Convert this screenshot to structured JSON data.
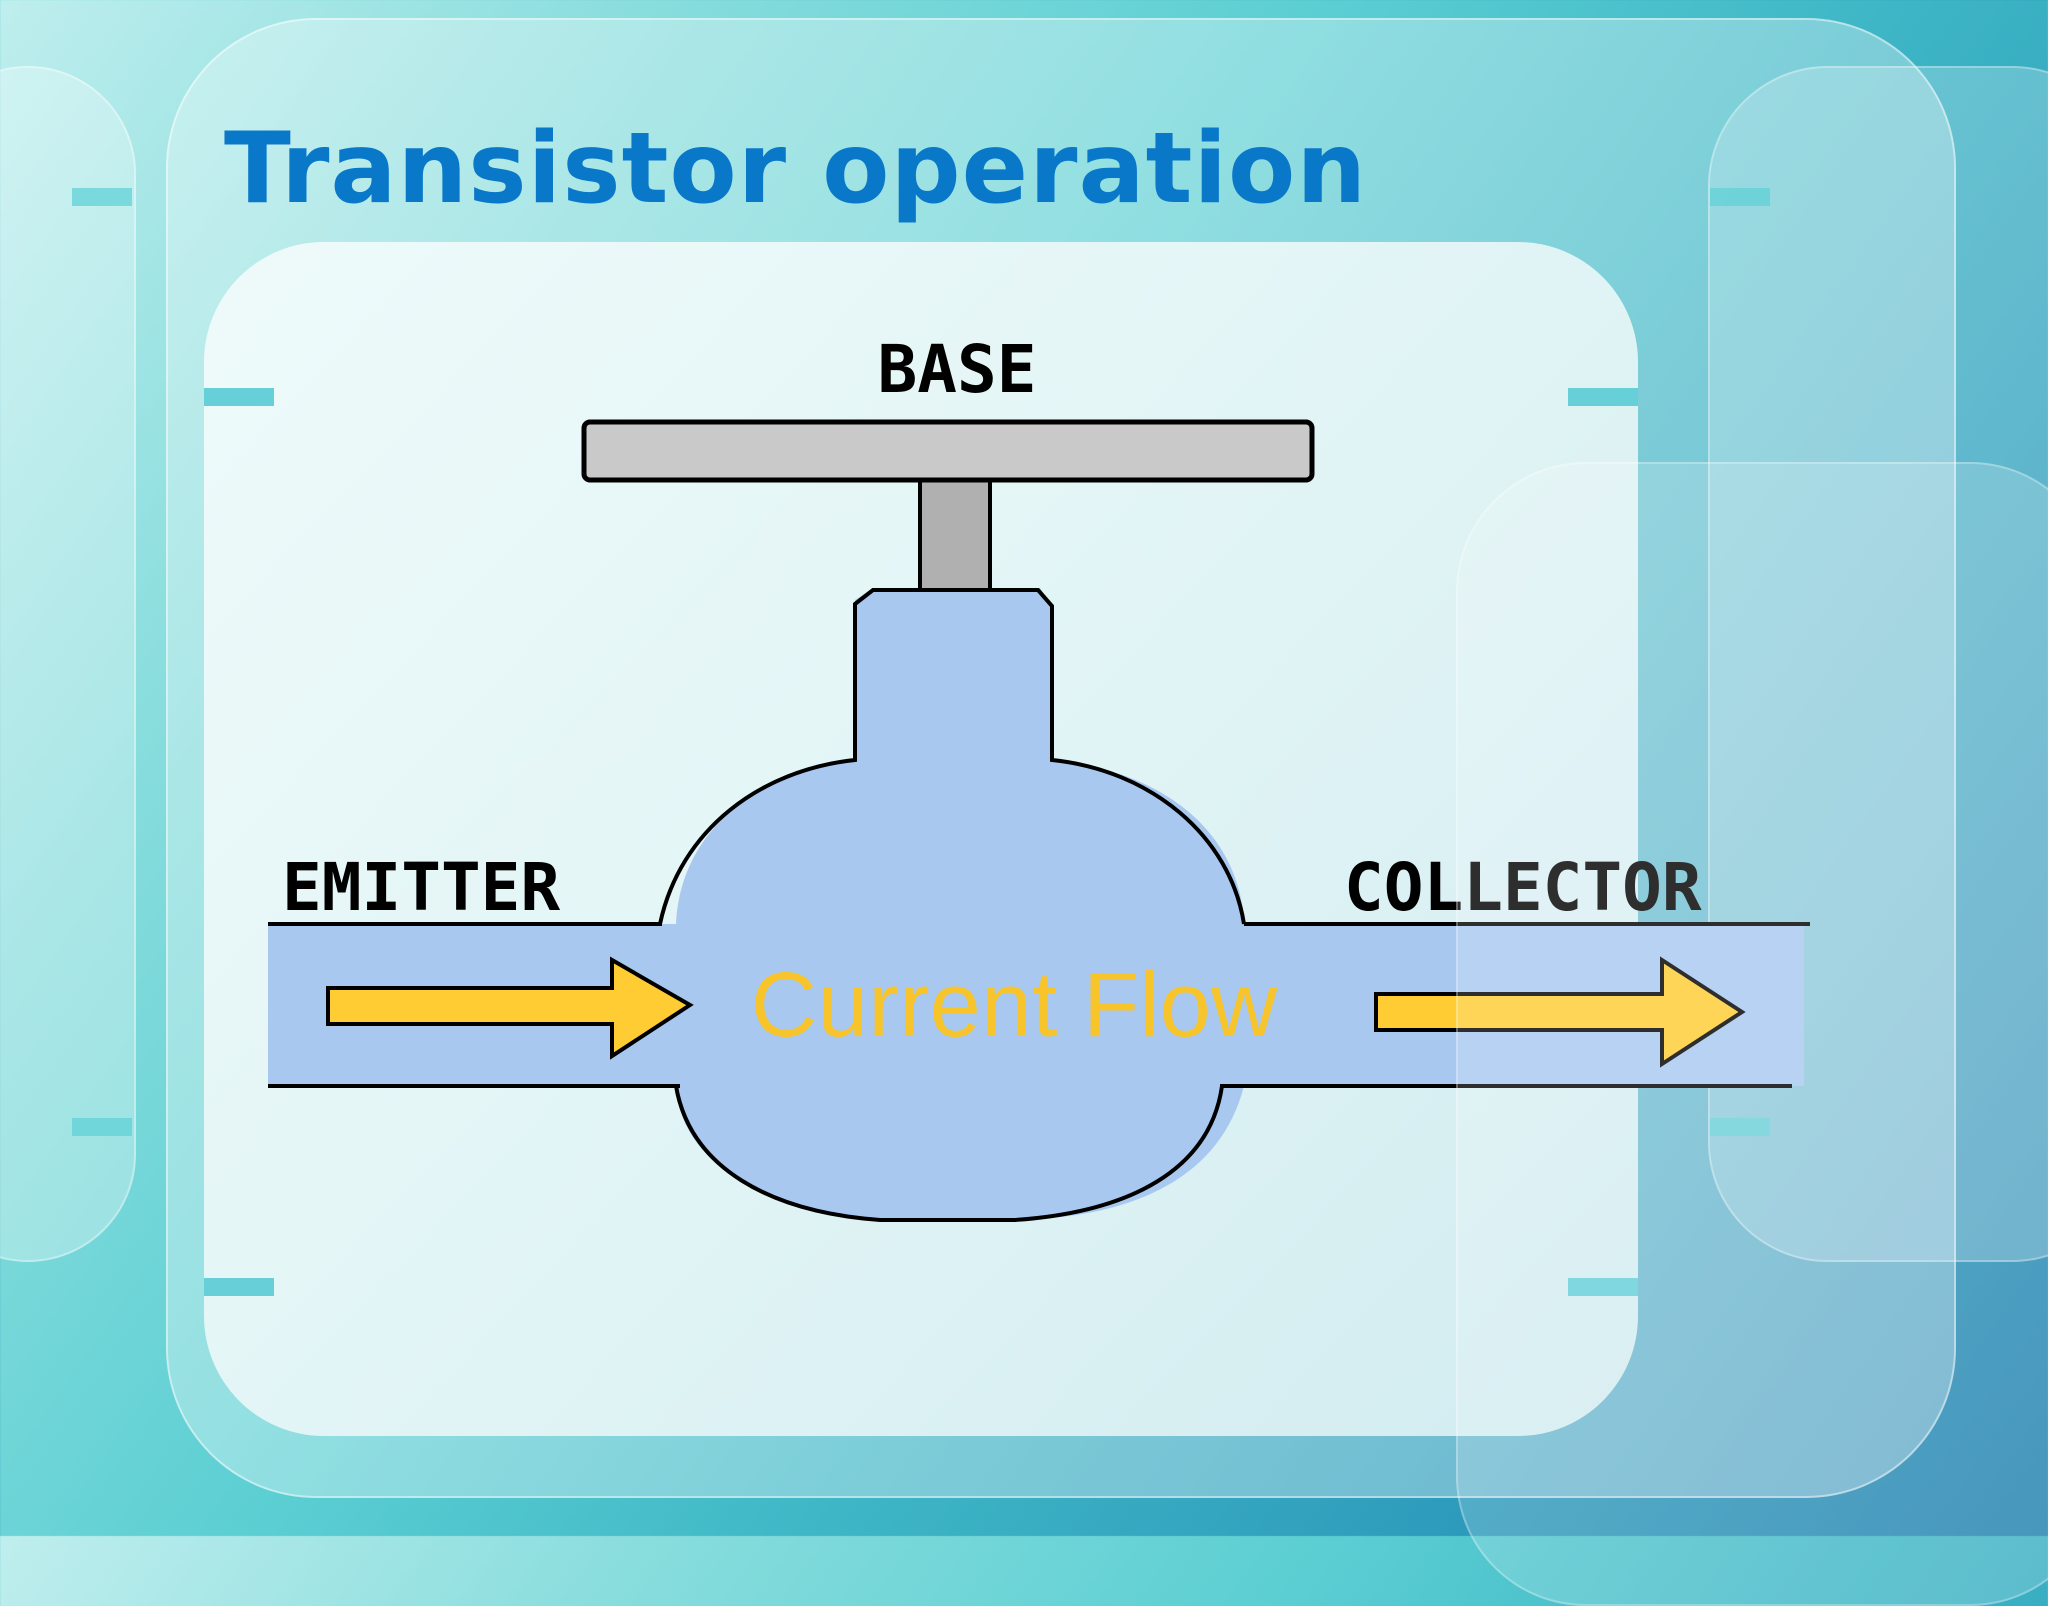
{
  "slide": {
    "title": "Transistor operation"
  },
  "diagram": {
    "base_label": "BASE",
    "emitter_label": "EMITTER",
    "collector_label": "COLLECTOR",
    "flow_label": "Current Flow"
  },
  "colors": {
    "title": "#0a78c8",
    "pipe_fill": "#a8c8f0",
    "arrow_fill": "#ffcc33",
    "flow_text": "#f7c52b",
    "handle_fill": "#c9c9c9",
    "stem_fill": "#b0b0b0",
    "outline": "#000000"
  }
}
